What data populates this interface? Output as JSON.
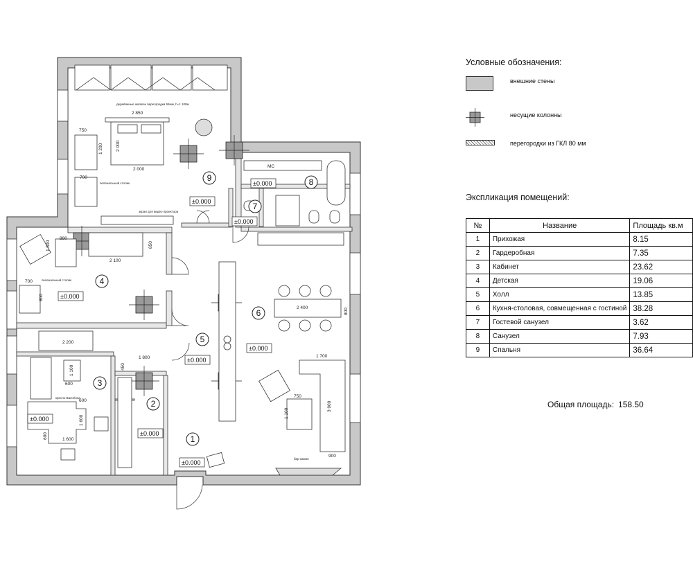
{
  "legend": {
    "title": "Условные обозначения:",
    "items": [
      {
        "key": "walls",
        "label": "внешние стены"
      },
      {
        "key": "columns",
        "label": "несущие колонны"
      },
      {
        "key": "partitions",
        "label": "перегородки из ГКЛ 80 мм"
      }
    ]
  },
  "explication": {
    "title": "Экспликация помещений:",
    "headers": [
      "№",
      "Название",
      "Площадь кв.м"
    ],
    "rows": [
      {
        "no": "1",
        "name": "Прихожая",
        "area": "8.15"
      },
      {
        "no": "2",
        "name": "Гардеробная",
        "area": "7.35"
      },
      {
        "no": "3",
        "name": "Кабинет",
        "area": "23.62"
      },
      {
        "no": "4",
        "name": "Детская",
        "area": "19.06"
      },
      {
        "no": "5",
        "name": "Холл",
        "area": "13.85"
      },
      {
        "no": "6",
        "name": "Кухня-столовая, совмещенная с гостиной",
        "area": "38.28"
      },
      {
        "no": "7",
        "name": "Гостевой санузел",
        "area": "3.62"
      },
      {
        "no": "8",
        "name": "Санузел",
        "area": "7.93"
      },
      {
        "no": "9",
        "name": "Спальня",
        "area": "36.64"
      }
    ]
  },
  "total": {
    "label": "Общая площадь:",
    "value": "158.50"
  },
  "plan": {
    "level_mark": "±0.000",
    "room_numbers": [
      "1",
      "2",
      "3",
      "4",
      "5",
      "6",
      "7",
      "8",
      "9"
    ],
    "dimensions": [
      "2 850",
      "2 000",
      "2 000",
      "750",
      "1 200",
      "700",
      "880",
      "1 500",
      "2 100",
      "850",
      "700",
      "800",
      "2 200",
      "1 800",
      "450",
      "1 100",
      "600",
      "600",
      "1 600",
      "1 600",
      "600",
      "2 400",
      "800",
      "1 700",
      "750",
      "1 100",
      "3 900",
      "900",
      "МС"
    ],
    "annotations": [
      "деревянные жалюзи перегородки 65мм, h=1 100м",
      "экран для видео проектора",
      "пеленальный столик",
      "пеленальный столик",
      "кресло Barcelona",
      "бар-камин"
    ]
  },
  "colors": {
    "wall": "#c8c8c8",
    "line": "#222222",
    "column": "#9a9a9a"
  }
}
